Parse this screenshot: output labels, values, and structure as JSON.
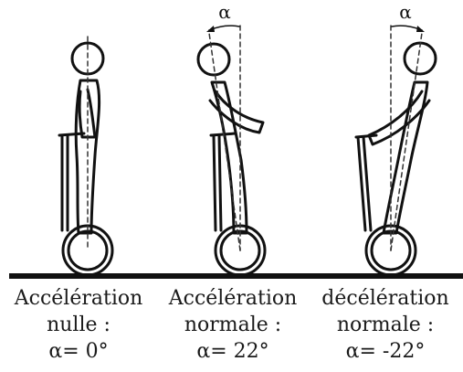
{
  "figures": [
    {
      "line1": "Accélération",
      "line2": "nulle :",
      "line3": "α= 0°",
      "tilt_deg": 0,
      "angle_label": ""
    },
    {
      "line1": "Accélération",
      "line2": "normale :",
      "line3": "α= 22°",
      "tilt_deg": 22,
      "angle_label": "α"
    },
    {
      "line1": "décélération",
      "line2": "normale :",
      "line3": "α= -22°",
      "tilt_deg": -22,
      "angle_label": "α"
    }
  ],
  "colors": {
    "ink": "#111111",
    "ground": "#111111",
    "dash": "#333333",
    "background": "#ffffff"
  }
}
